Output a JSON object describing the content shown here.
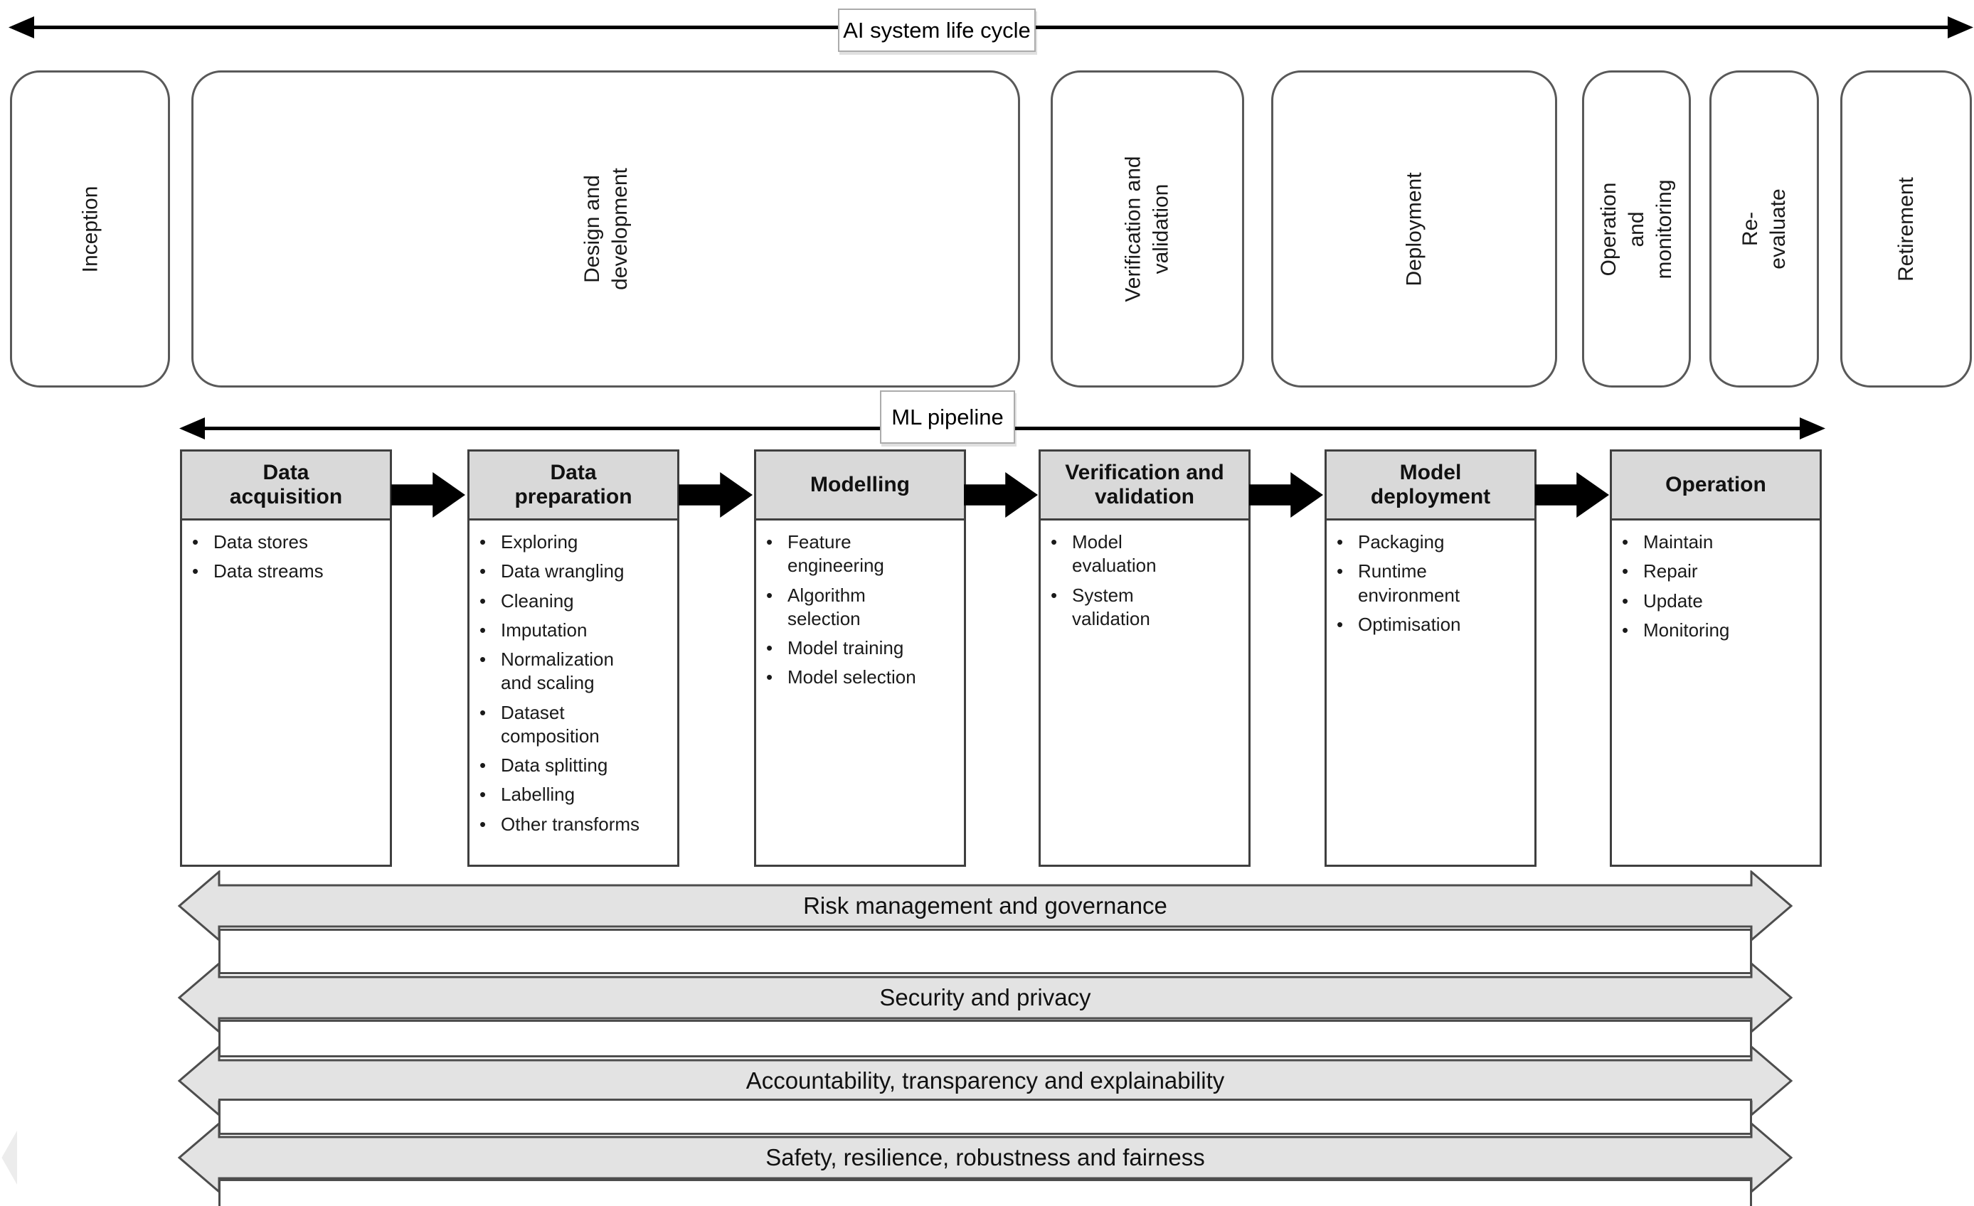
{
  "lifecycle": {
    "arrow_label": "AI system life cycle",
    "stages": [
      {
        "label": "Inception"
      },
      {
        "label": "Design and\ndevelopment"
      },
      {
        "label": "Verification and\nvalidation"
      },
      {
        "label": "Deployment"
      },
      {
        "label": "Operation and\nmonitoring"
      },
      {
        "label": "Re-evaluate"
      },
      {
        "label": "Retirement"
      }
    ]
  },
  "pipeline": {
    "arrow_label": "ML pipeline",
    "columns": [
      {
        "title": "Data\nacquisition",
        "items": [
          "Data stores",
          "Data streams"
        ]
      },
      {
        "title": "Data\npreparation",
        "items": [
          "Exploring",
          "Data wrangling",
          "Cleaning",
          "Imputation",
          "Normalization\nand scaling",
          "Dataset\ncomposition",
          "Data splitting",
          "Labelling",
          "Other transforms"
        ]
      },
      {
        "title": "Modelling",
        "items": [
          "Feature\nengineering",
          "Algorithm\nselection",
          "Model training",
          "Model selection"
        ]
      },
      {
        "title": "Verification and\nvalidation",
        "items": [
          "Model\nevaluation",
          "System\nvalidation"
        ]
      },
      {
        "title": "Model\ndeployment",
        "items": [
          "Packaging",
          "Runtime\nenvironment",
          "Optimisation"
        ]
      },
      {
        "title": "Operation",
        "items": [
          "Maintain",
          "Repair",
          "Update",
          "Monitoring"
        ]
      }
    ]
  },
  "crosscutting": {
    "bands": [
      "Risk management and governance",
      "Security and privacy",
      "Accountability, transparency and explainability",
      "Safety, resilience, robustness and fairness"
    ]
  },
  "colors": {
    "banner_fill": "#e3e3e3",
    "banner_border": "#4d4d4d",
    "header_fill": "#d9d9d9",
    "box_border": "#3f3f3f",
    "stage_border": "#595959",
    "arrow_black": "#000000"
  }
}
